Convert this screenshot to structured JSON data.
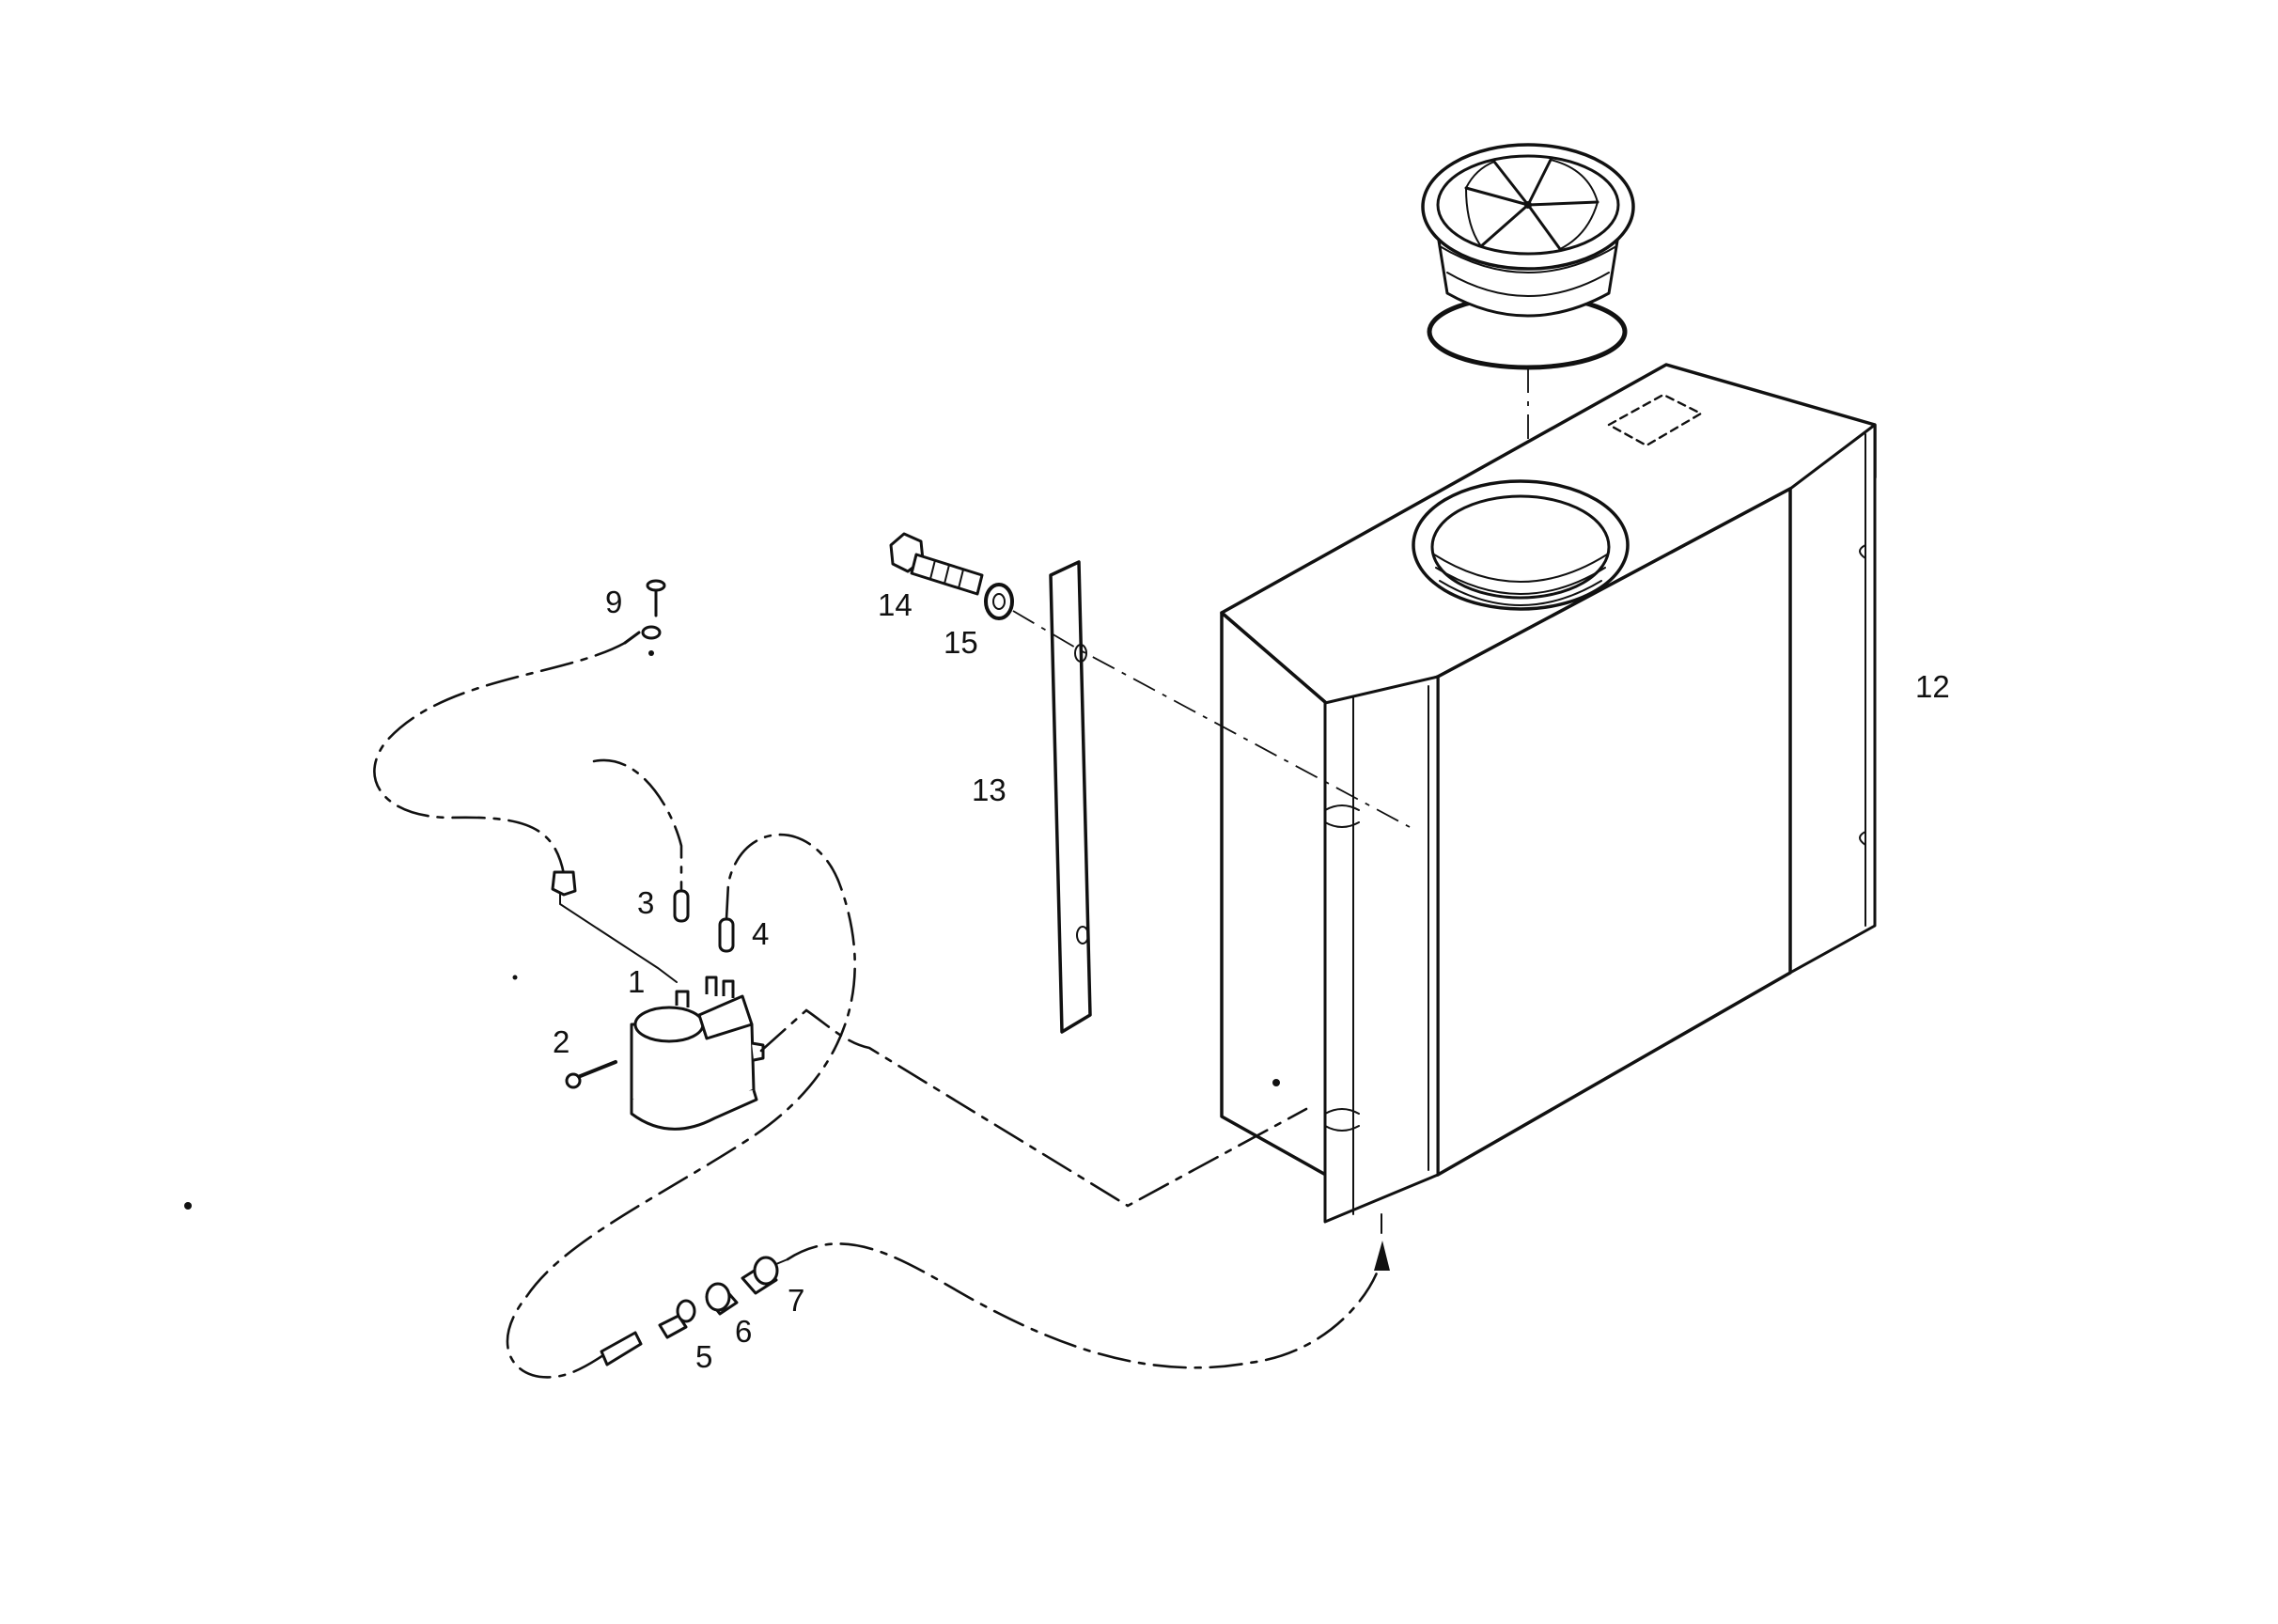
{
  "diagram": {
    "callouts": {
      "c1": "1",
      "c2": "2",
      "c3": "3",
      "c4": "4",
      "c5": "5",
      "c6": "6",
      "c7": "7",
      "c9": "9",
      "c12": "12",
      "c13": "13",
      "c14": "14",
      "c15": "15"
    },
    "colors": {
      "ink": "#111111",
      "background": "#ffffff"
    }
  }
}
